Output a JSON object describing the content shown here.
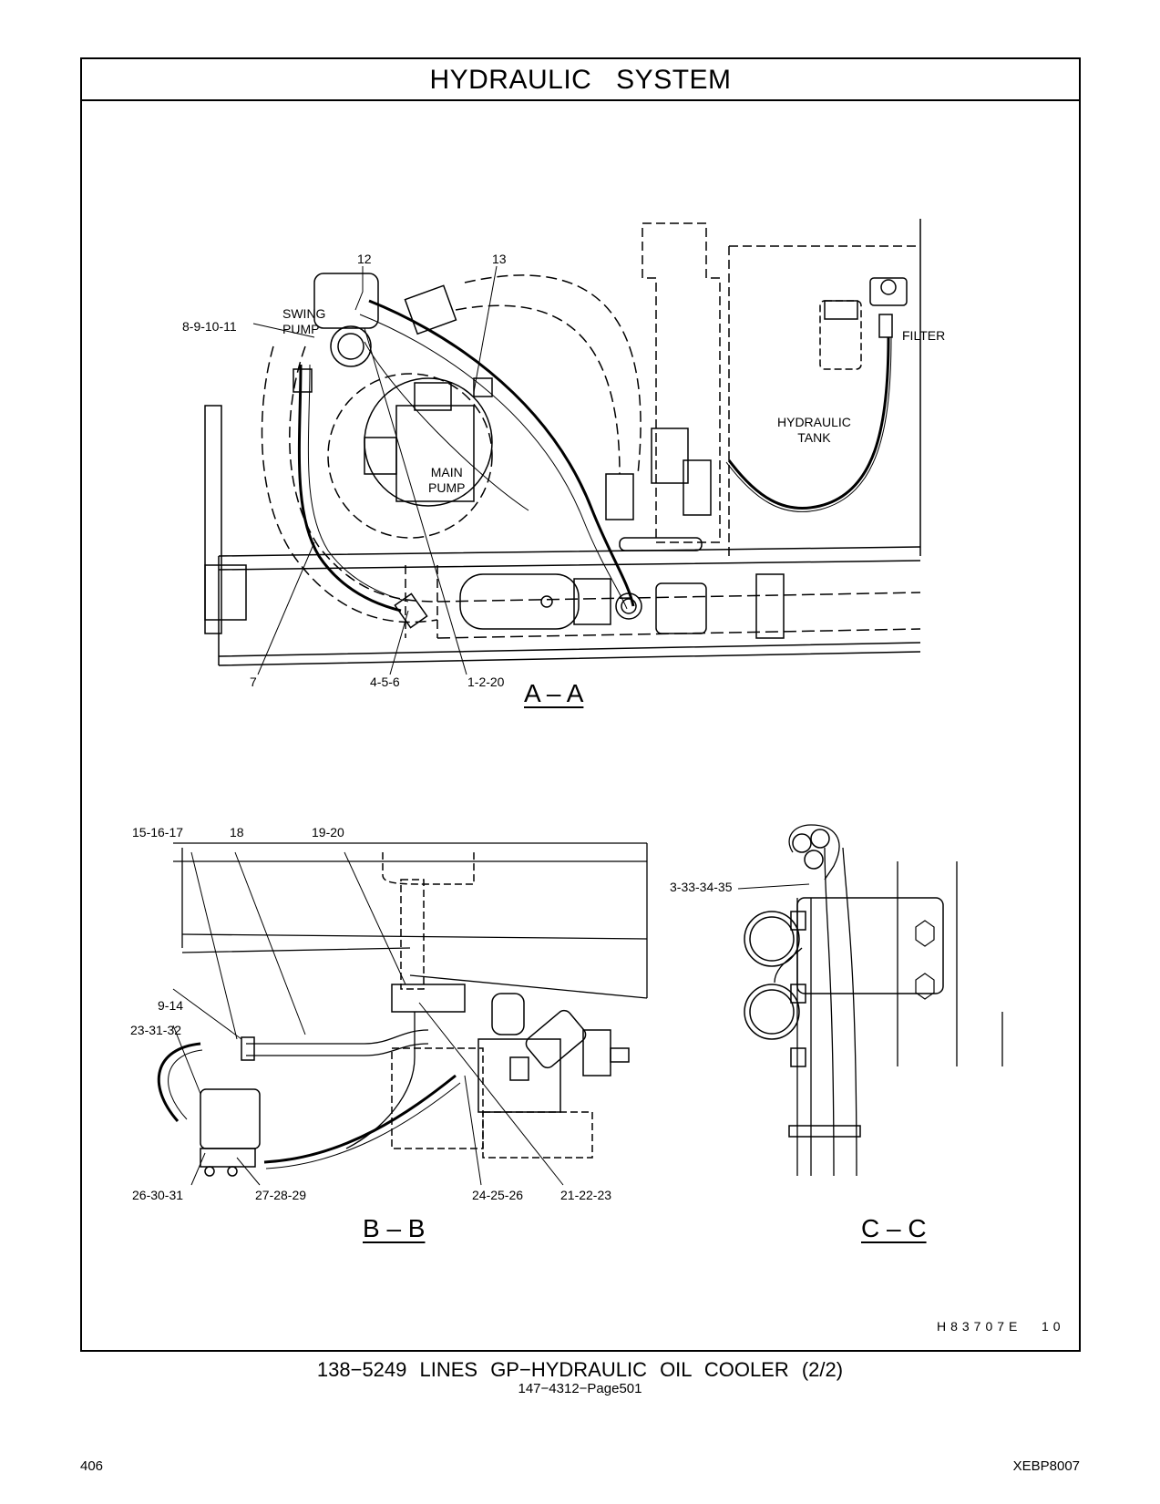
{
  "header": {
    "title": "HYDRAULIC SYSTEM"
  },
  "labels": {
    "swing_pump": "SWING\nPUMP",
    "main_pump": "MAIN\nPUMP",
    "hydraulic_tank": "HYDRAULIC\nTANK",
    "filter": "FILTER"
  },
  "callouts": {
    "c12": "12",
    "c13": "13",
    "c8": "8-9-10-11",
    "c7": "7",
    "c4": "4-5-6",
    "c1": "1-2-20",
    "c15": "15-16-17",
    "c18": "18",
    "c19": "19-20",
    "c9": "9-14",
    "c23": "23-31-32",
    "c26": "26-30-31",
    "c27": "27-28-29",
    "c24": "24-25-26",
    "c21": "21-22-23",
    "c3": "3-33-34-35"
  },
  "views": {
    "aa": "A – A",
    "bb": "B – B",
    "cc": "C – C"
  },
  "drawing_number": "H83707E",
  "drawing_rev": "10",
  "caption": {
    "line1": "138−5249  LINES GP−HYDRAULIC OIL COOLER (2/2)",
    "line2": "147−4312−Page501"
  },
  "footer": {
    "page_number": "406",
    "doc_code": "XEBP8007"
  }
}
